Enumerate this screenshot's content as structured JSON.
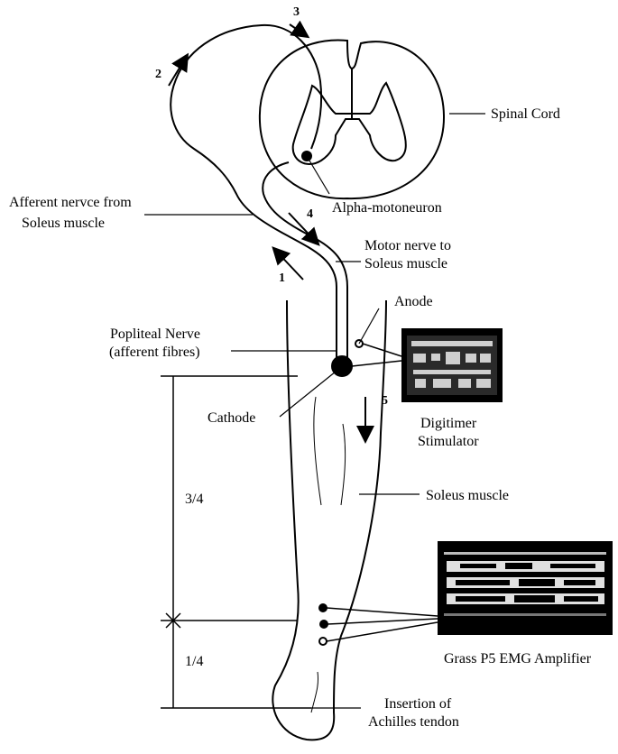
{
  "labels": {
    "spinal_cord": "Spinal Cord",
    "afferent_line1": "Afferent nervce from",
    "afferent_line2": "Soleus muscle",
    "alpha_motoneuron": "Alpha-motoneuron",
    "motor_line1": "Motor nerve to",
    "motor_line2": "Soleus muscle",
    "anode": "Anode",
    "popliteal_line1": "Popliteal Nerve",
    "popliteal_line2": "(afferent fibres)",
    "cathode": "Cathode",
    "stim_line1": "Digitimer",
    "stim_line2": "Stimulator",
    "soleus": "Soleus muscle",
    "amplifier": "Grass P5 EMG Amplifier",
    "insertion_line1": "Insertion of",
    "insertion_line2": "Achilles tendon"
  },
  "step_numbers": [
    "1",
    "2",
    "3",
    "4",
    "5"
  ],
  "fractions": {
    "upper": "3/4",
    "lower": "1/4"
  }
}
